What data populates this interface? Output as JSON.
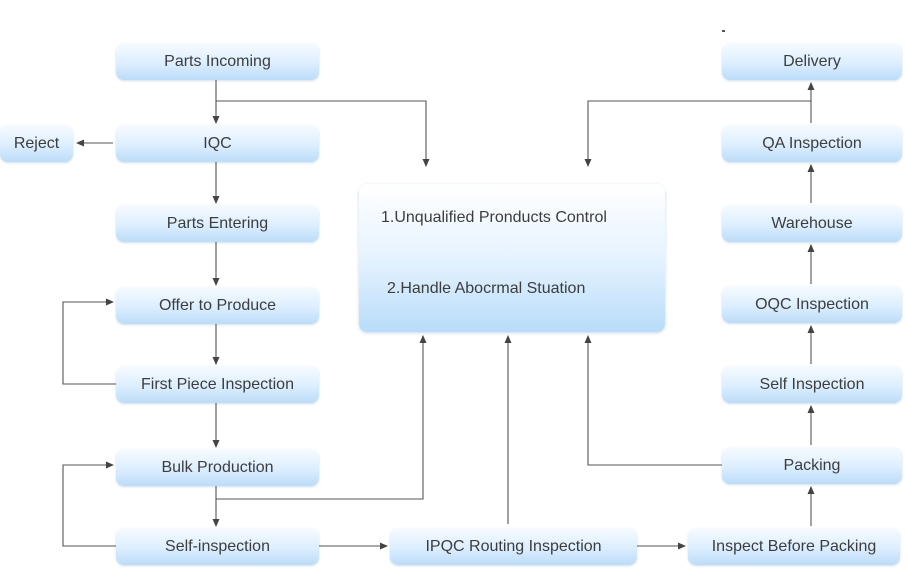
{
  "nodes": {
    "parts_incoming": "Parts Incoming",
    "iqc": "IQC",
    "reject": "Reject",
    "parts_entering": "Parts Entering",
    "offer_to_produce": "Offer to Produce",
    "first_piece_inspection": "First Piece Inspection",
    "bulk_production": "Bulk Production",
    "self_inspection_left": "Self-inspection",
    "ipqc_routing_inspection": "IPQC Routing Inspection",
    "inspect_before_packing": "Inspect Before Packing",
    "packing": "Packing",
    "self_inspection_right": "Self Inspection",
    "oqc_inspection": "OQC Inspection",
    "warehouse": "Warehouse",
    "qa_inspection": "QA Inspection",
    "delivery": "Delivery"
  },
  "control_center": {
    "line1": "1.Unqualified Pronducts Control",
    "line2": "2.Handle Abocrmal Stuation"
  },
  "colors": {
    "box_top": "#f7fbff",
    "box_bottom": "#bcdcf8",
    "text": "#3d3d3d",
    "arrow": "#444444"
  }
}
